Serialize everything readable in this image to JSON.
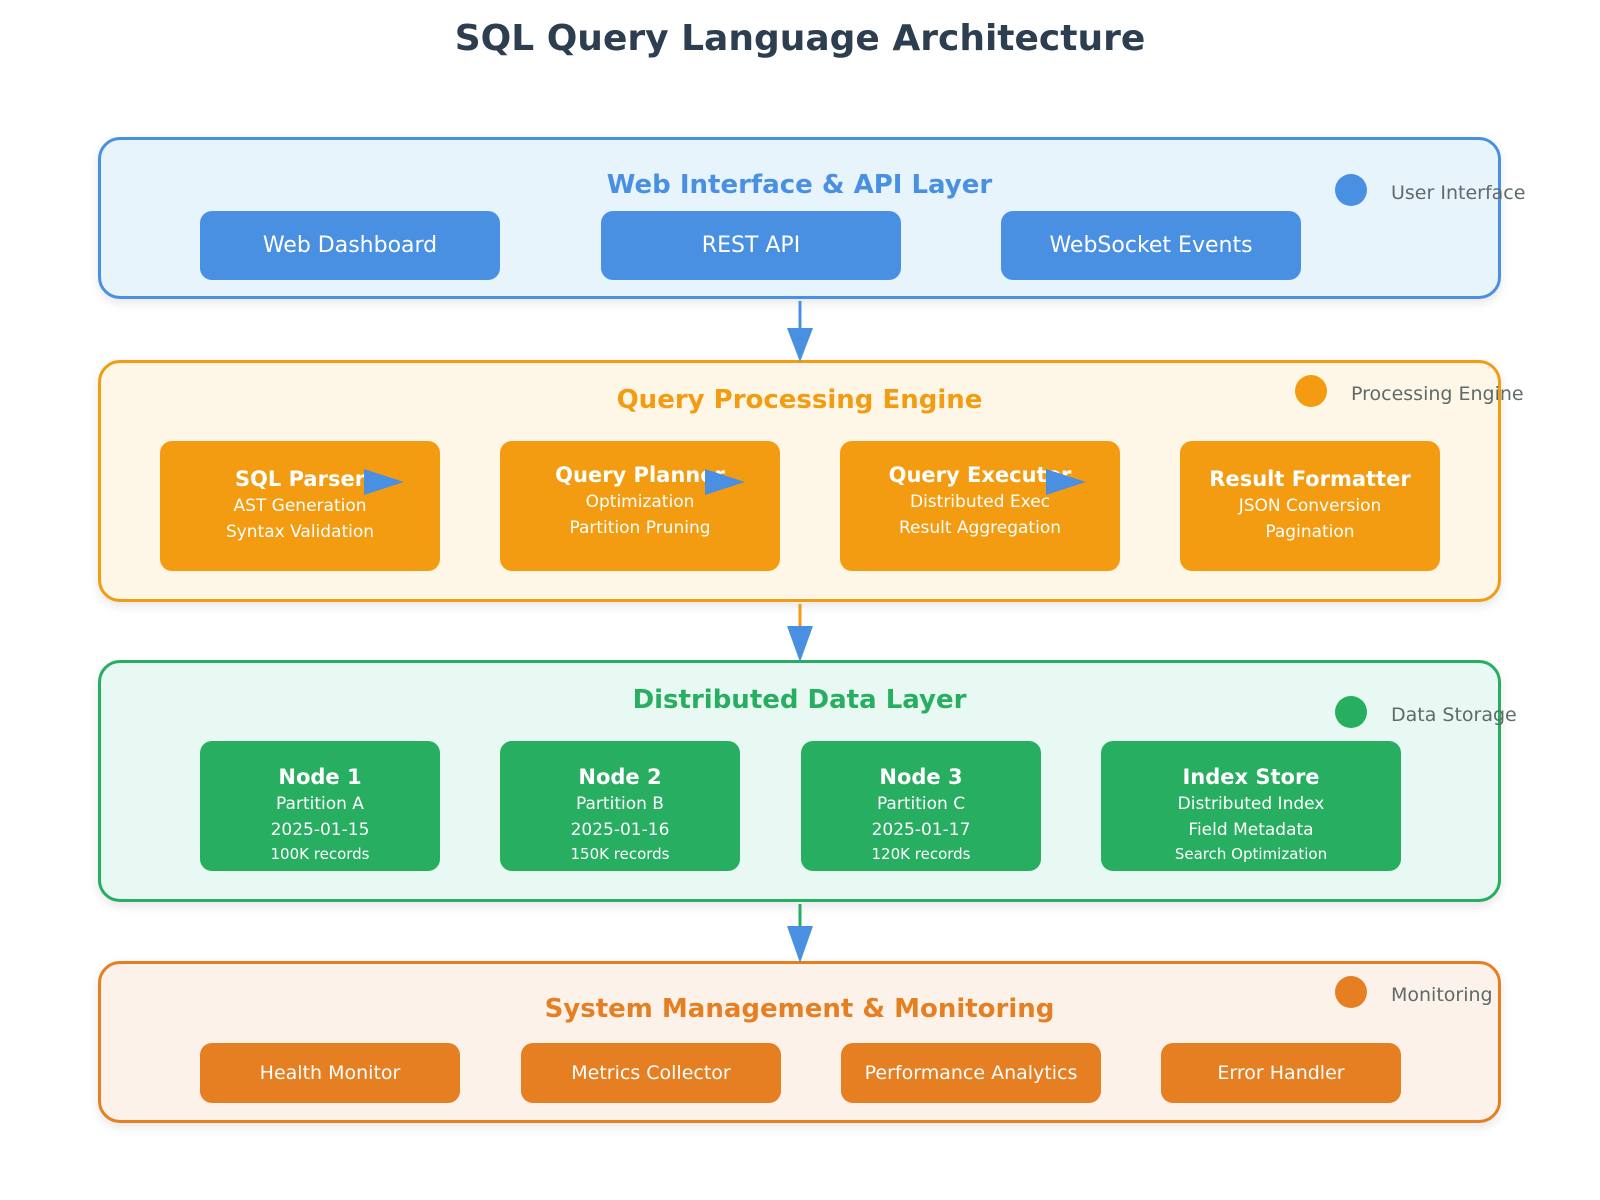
{
  "title": "SQL Query Language Architecture",
  "colors": {
    "title": "#2c3e50",
    "blue": "#4a90e2",
    "orange": "#f39c12",
    "green": "#27ae60",
    "dark_orange": "#e67e22",
    "legend_text": "#5f6a6a"
  },
  "layers": {
    "web": {
      "title": "Web Interface & API Layer",
      "legend": "User Interface",
      "buttons": [
        "Web Dashboard",
        "REST API",
        "WebSocket Events"
      ]
    },
    "processing": {
      "title": "Query Processing Engine",
      "legend": "Processing Engine",
      "stages": [
        {
          "title": "SQL Parser",
          "lines": [
            "AST Generation",
            "Syntax Validation"
          ]
        },
        {
          "title": "Query Planner",
          "lines": [
            "Optimization",
            "Partition Pruning"
          ]
        },
        {
          "title": "Query Executor",
          "lines": [
            "Distributed Exec",
            "Result Aggregation"
          ]
        },
        {
          "title": "Result Formatter",
          "lines": [
            "JSON Conversion",
            "Pagination"
          ]
        }
      ]
    },
    "data": {
      "title": "Distributed Data Layer",
      "legend": "Data Storage",
      "nodes": [
        {
          "title": "Node 1",
          "lines": [
            "Partition A",
            "2025-01-15",
            "100K records"
          ]
        },
        {
          "title": "Node 2",
          "lines": [
            "Partition B",
            "2025-01-16",
            "150K records"
          ]
        },
        {
          "title": "Node 3",
          "lines": [
            "Partition C",
            "2025-01-17",
            "120K records"
          ]
        },
        {
          "title": "Index Store",
          "lines": [
            "Distributed Index",
            "Field Metadata",
            "Search Optimization"
          ]
        }
      ]
    },
    "monitoring": {
      "title": "System Management & Monitoring",
      "legend": "Monitoring",
      "buttons": [
        "Health Monitor",
        "Metrics Collector",
        "Performance Analytics",
        "Error Handler"
      ]
    }
  }
}
